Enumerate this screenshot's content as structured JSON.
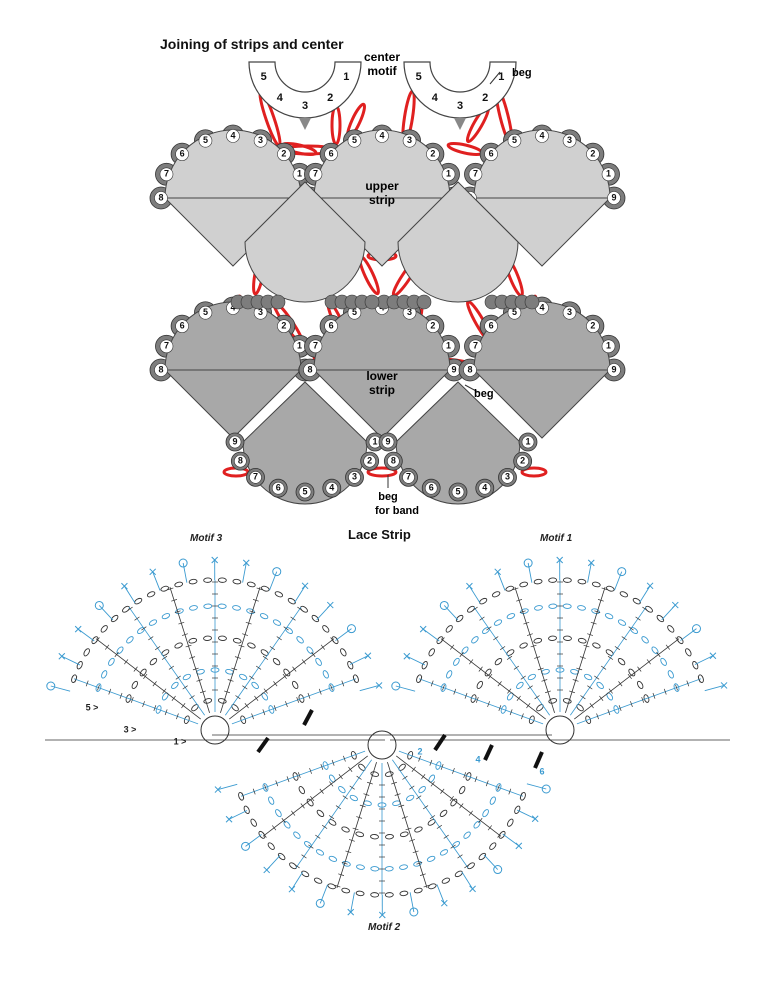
{
  "joining": {
    "title": "Joining of strips and center",
    "labels": {
      "center_motif_1": "center",
      "center_motif_2": "motif",
      "upper_strip_1": "upper",
      "upper_strip_2": "strip",
      "lower_strip_1": "lower",
      "lower_strip_2": "strip",
      "beg": "beg",
      "beg_band_1": "beg",
      "beg_band_2": "for band"
    },
    "petal_numbers": [
      "1",
      "2",
      "3",
      "4",
      "5",
      "6",
      "7",
      "8",
      "9"
    ],
    "center_numbers": [
      "5",
      "4",
      "3",
      "2",
      "1"
    ]
  },
  "lace": {
    "title": "Lace Strip",
    "motif_labels": [
      "Motif 3",
      "Motif 1",
      "Motif 2"
    ],
    "row_markers": [
      "1 >",
      "2",
      "3 >",
      "4",
      "5 >",
      "6"
    ]
  },
  "colors": {
    "light_gray": "#d0d0d0",
    "mid_gray": "#a8a8a8",
    "dark_gray": "#7d7d7d",
    "join_red": "#e02020",
    "chart_blue": "#3a9ad0",
    "chart_black": "#333333"
  }
}
